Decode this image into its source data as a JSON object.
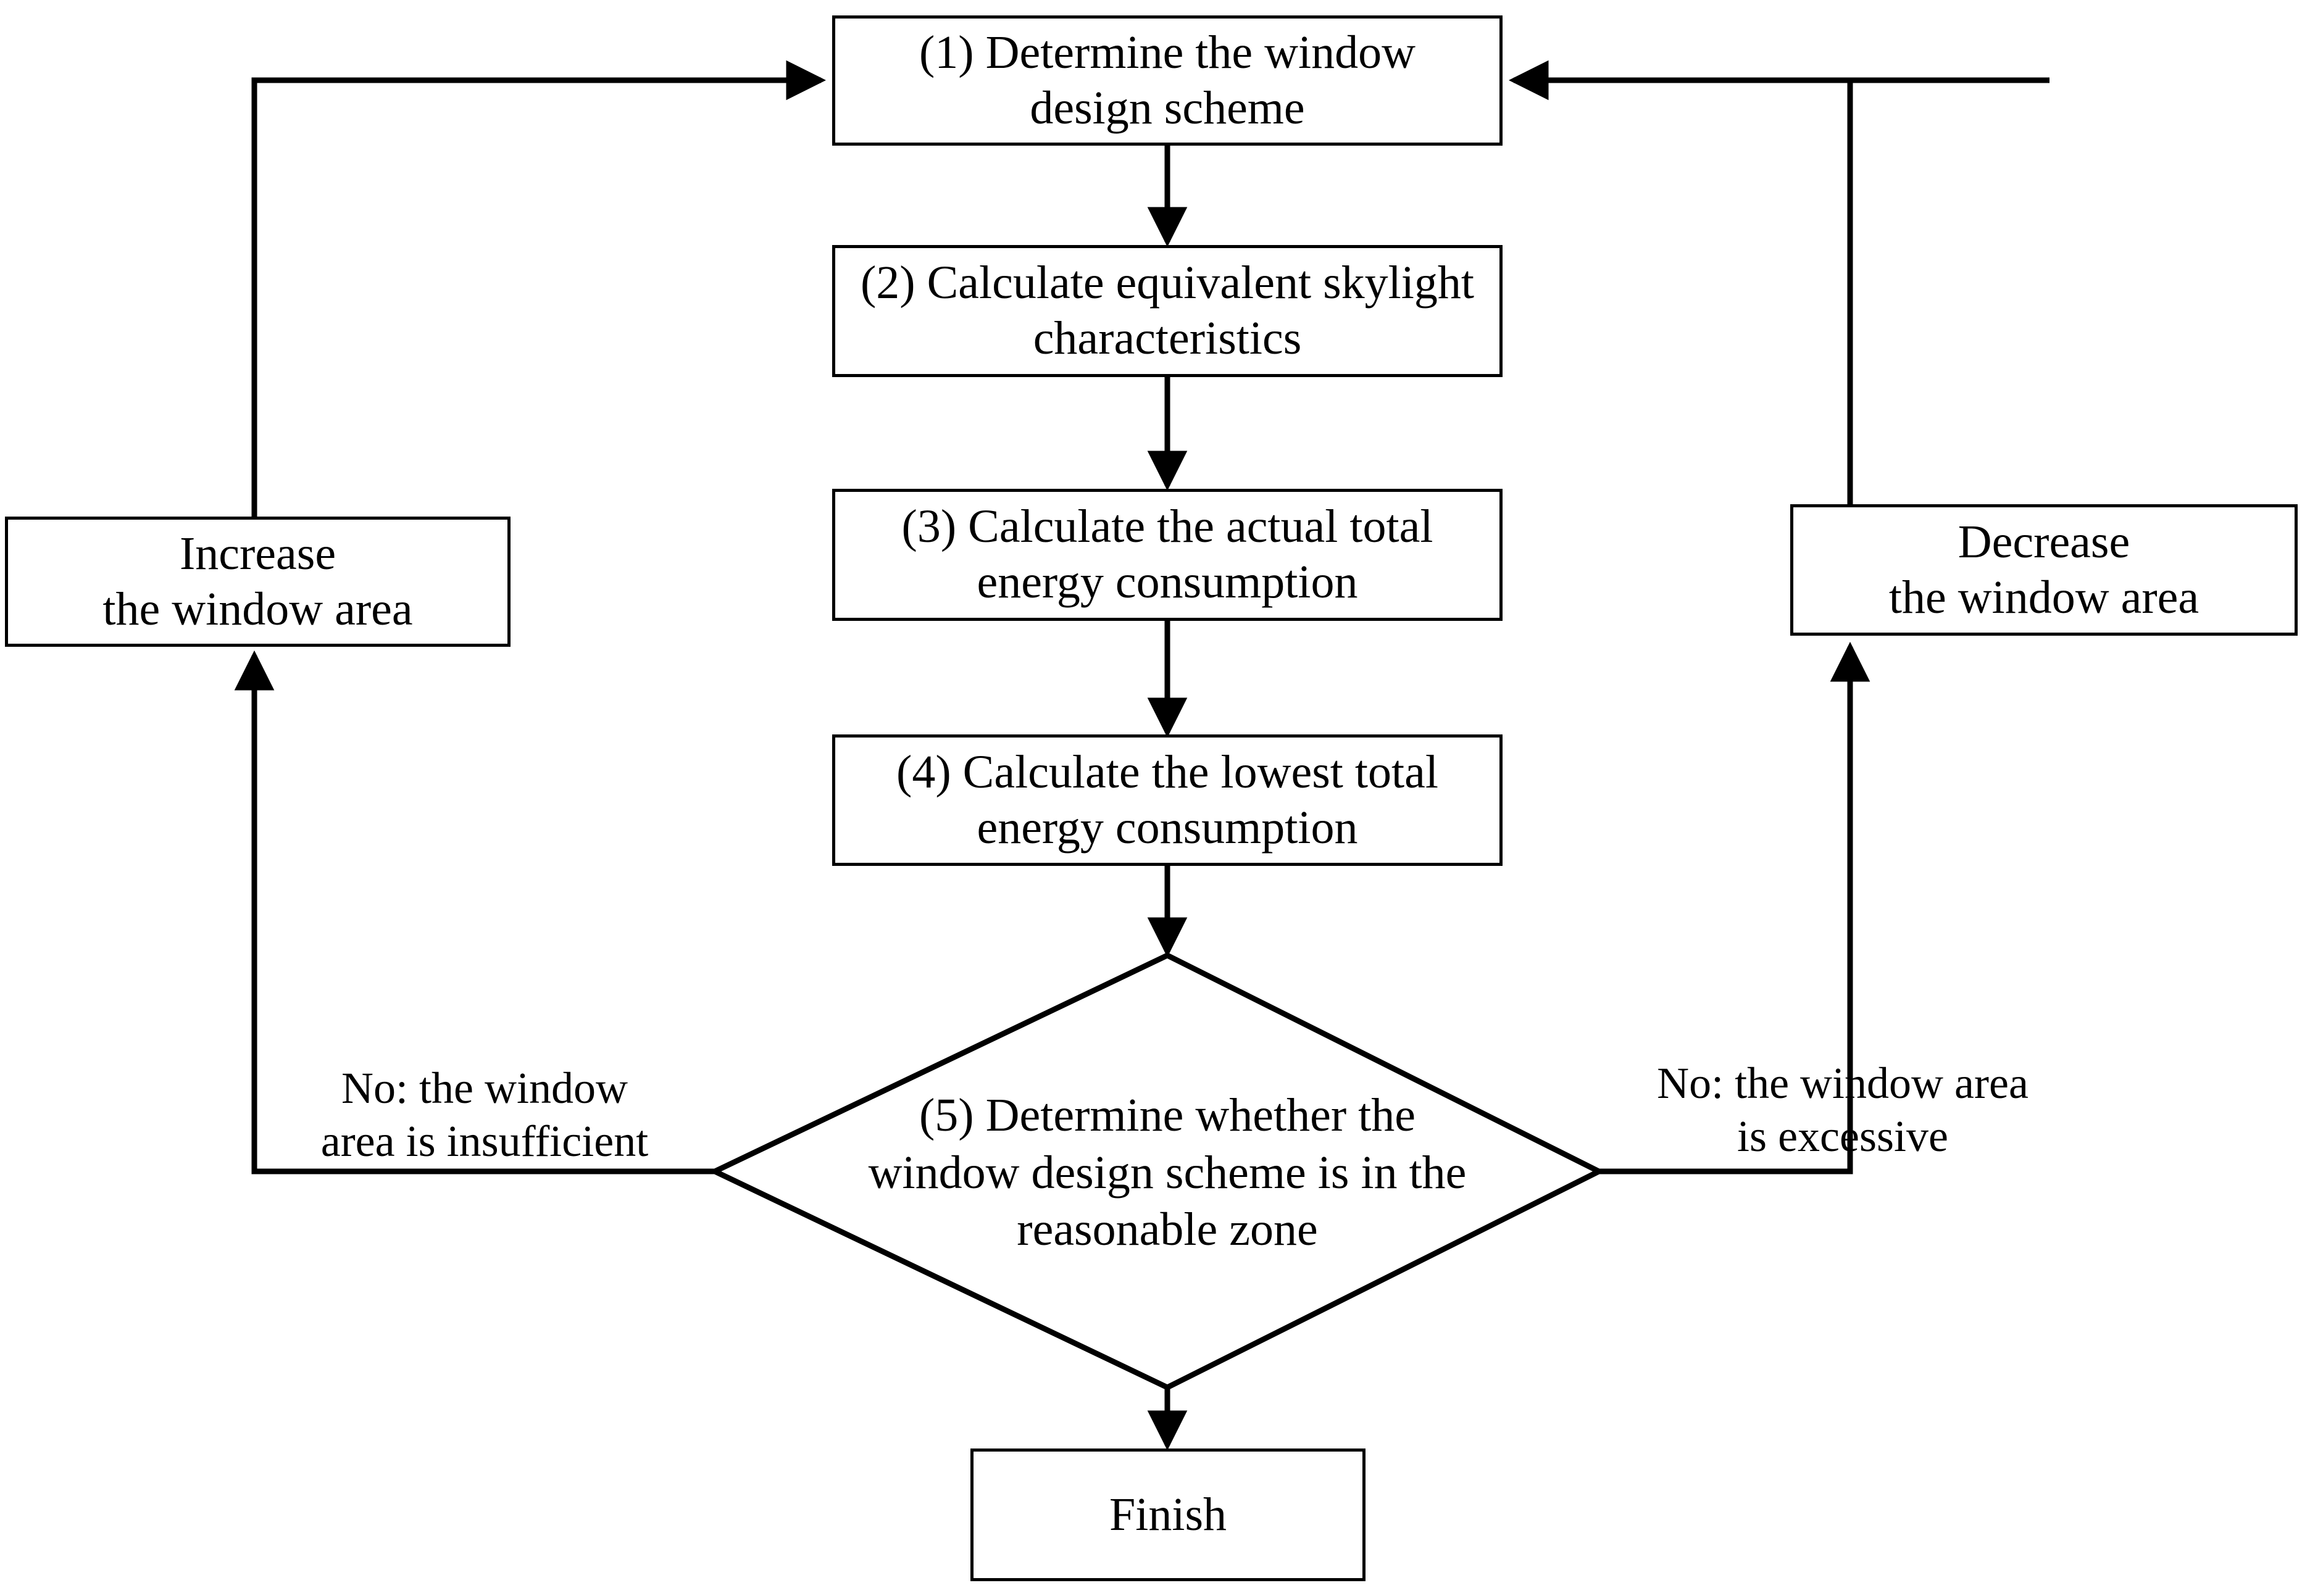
{
  "diagram": {
    "title": "Window design optimization flowchart",
    "line_color": "#000000",
    "fill_color": "#ffffff",
    "nodes": {
      "step1": {
        "label": "(1) Determine the window\ndesign scheme",
        "shape": "process"
      },
      "step2": {
        "label": "(2) Calculate equivalent skylight\ncharacteristics",
        "shape": "process"
      },
      "step3": {
        "label": "(3) Calculate the actual total\nenergy consumption",
        "shape": "process"
      },
      "step4": {
        "label": "(4) Calculate the lowest total\nenergy consumption",
        "shape": "process"
      },
      "step5": {
        "label": "(5) Determine whether the\nwindow design scheme is in the\nreasonable zone",
        "shape": "decision"
      },
      "increase": {
        "label": "Increase\nthe window area",
        "shape": "process"
      },
      "decrease": {
        "label": "Decrease\nthe window area",
        "shape": "process"
      },
      "finish": {
        "label": "Finish",
        "shape": "process"
      }
    },
    "edge_labels": {
      "left_branch": "No: the window\narea is insufficient",
      "right_branch": "No: the window area\nis excessive"
    }
  }
}
